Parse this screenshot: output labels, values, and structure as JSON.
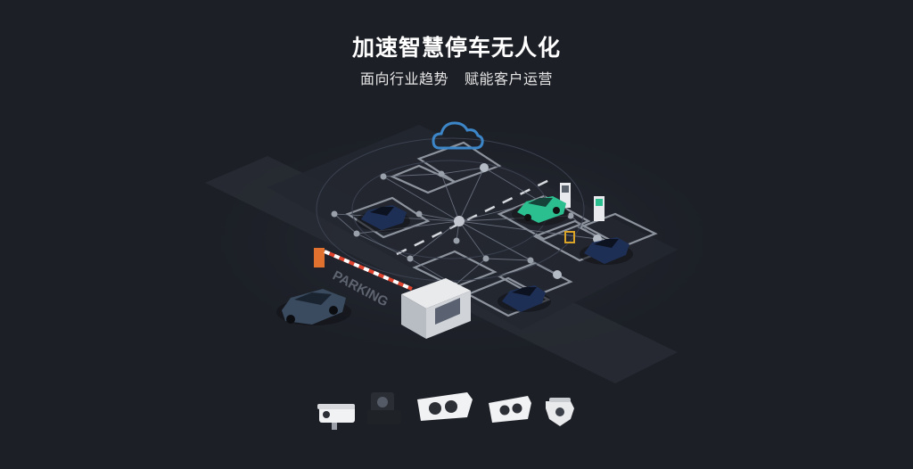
{
  "hero": {
    "title": "加速智慧停车无人化",
    "subtitle_left": "面向行业趋势",
    "subtitle_right": "赋能客户运营"
  },
  "scene": {
    "ground_marking": "PARKING",
    "colors": {
      "background": "#1c1f26",
      "road": "#2a2e36",
      "cloud": "#3c86c8",
      "highlight_car": "#2bbf8f",
      "dark_car": "#1e2f55",
      "barrier_red": "#e0442e"
    }
  },
  "products": [
    {
      "name": "camera-icon"
    },
    {
      "name": "camera-icon"
    },
    {
      "name": "camera-icon"
    },
    {
      "name": "camera-icon"
    },
    {
      "name": "camera-icon"
    }
  ]
}
